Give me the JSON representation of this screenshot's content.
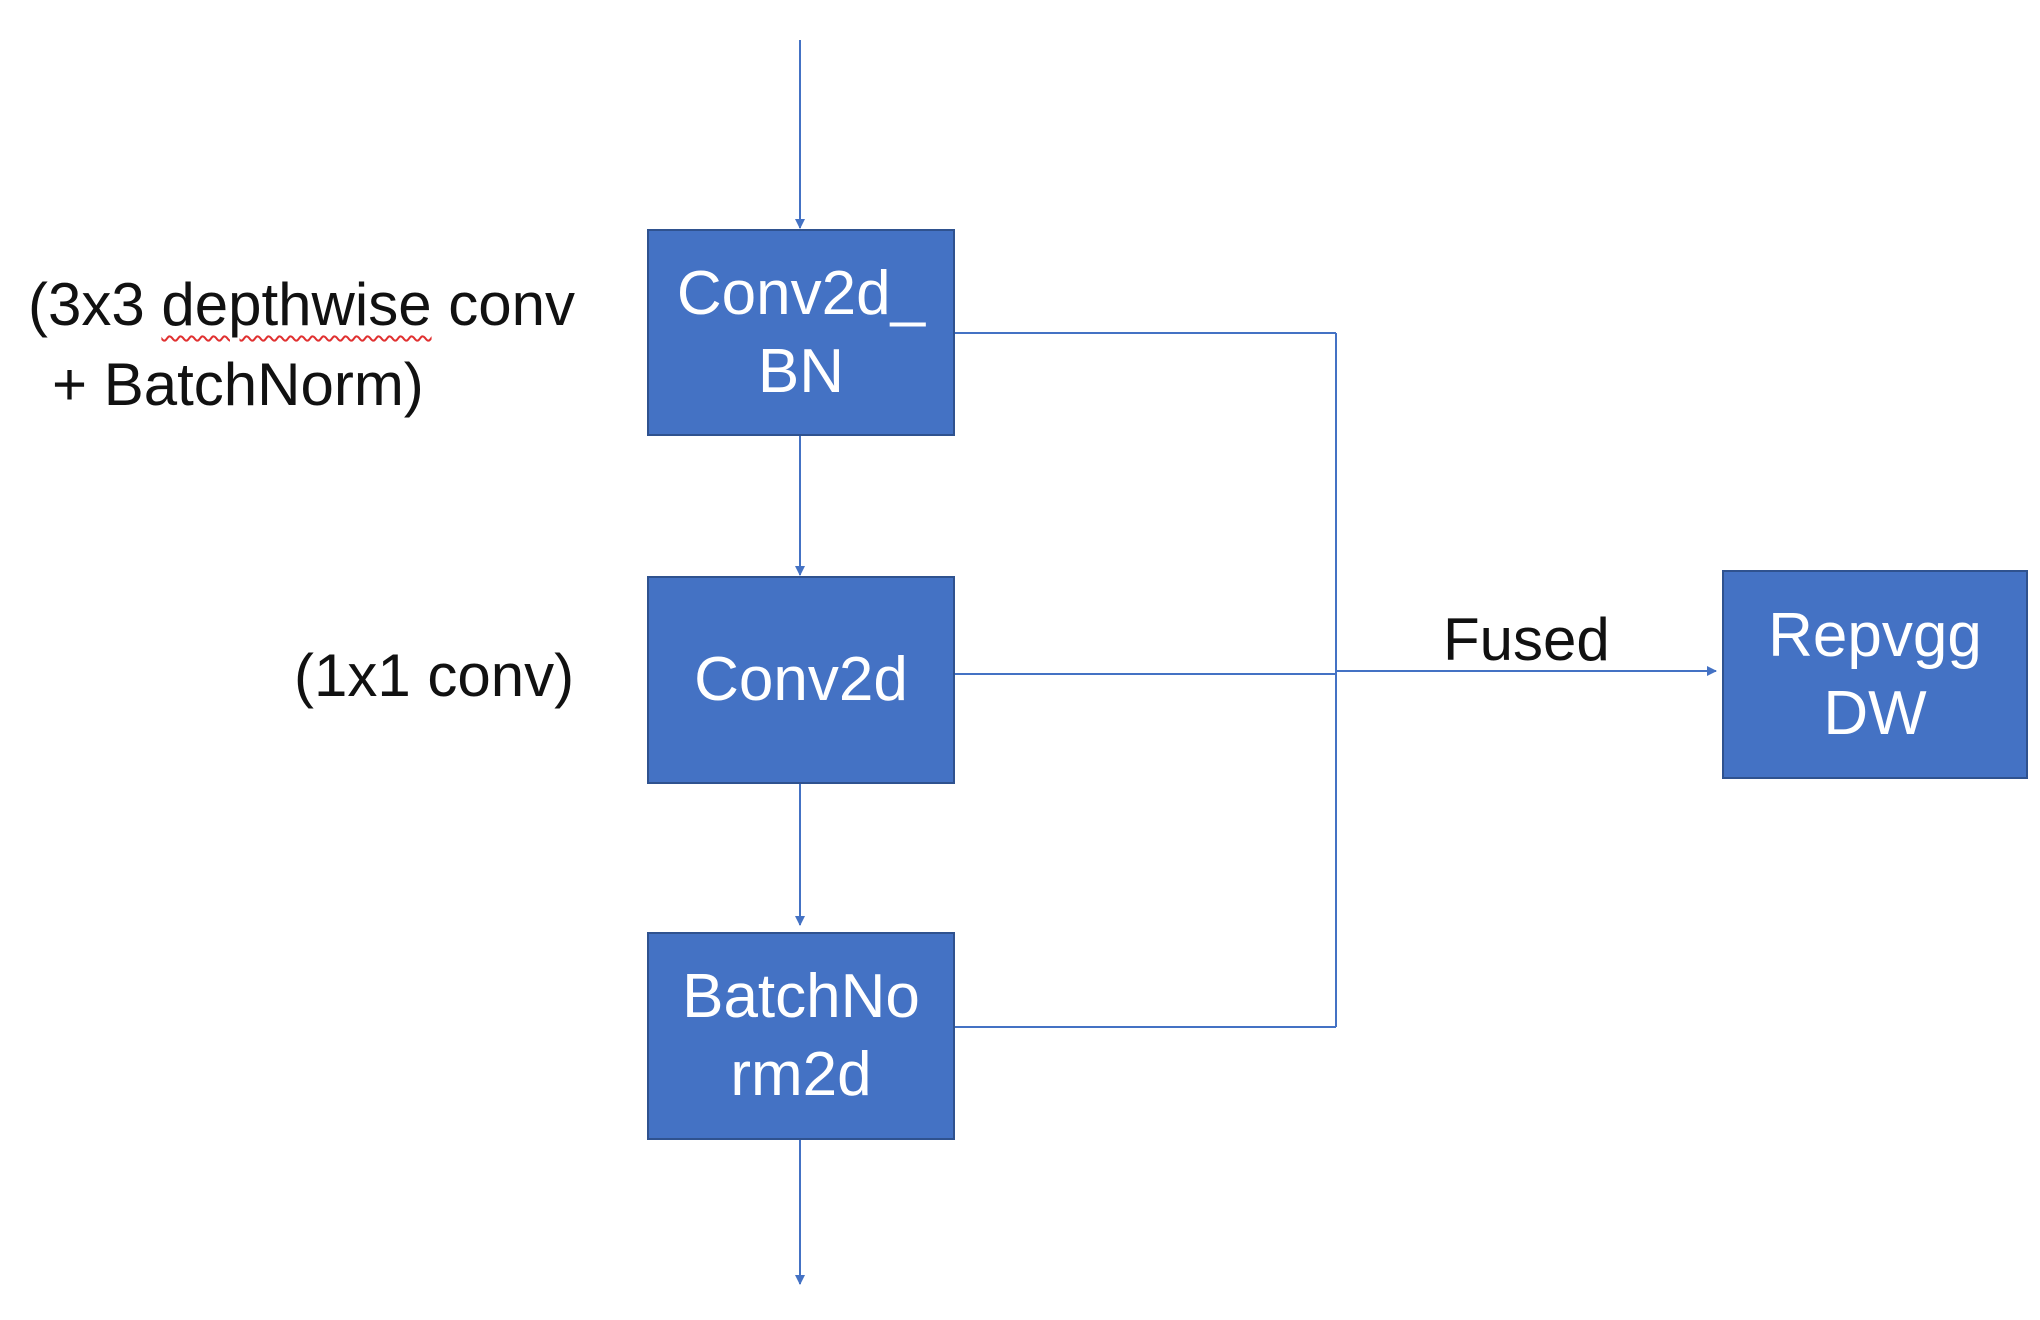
{
  "diagram": {
    "blocks": {
      "conv_bn": "Conv2d_\nBN",
      "conv2d": "Conv2d",
      "batchnorm": "BatchNo\nrm2d",
      "repvgg": "Repvgg\nDW"
    },
    "annotations": {
      "conv_bn_desc_prefix": "(3x3 ",
      "conv_bn_desc_underlined": "depthwise",
      "conv_bn_desc_suffix": " conv",
      "conv_bn_desc_line2": "+ BatchNorm)",
      "conv2d_desc": "(1x1 conv)"
    },
    "edge_label": "Fused",
    "colors": {
      "box_fill": "#4472c4",
      "box_border": "#2f528f",
      "line": "#4472c4",
      "text": "#111111",
      "spellcheck": "#e03030"
    }
  }
}
